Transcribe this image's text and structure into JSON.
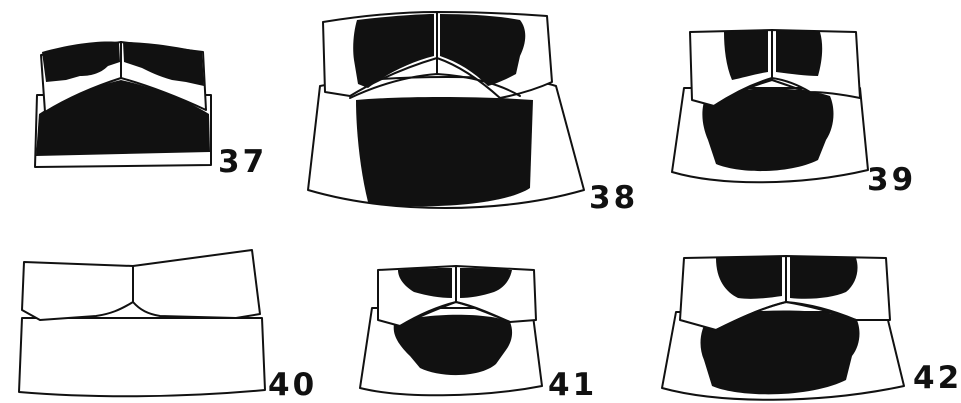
{
  "figures": [
    {
      "number": "37"
    },
    {
      "number": "38"
    },
    {
      "number": "39"
    },
    {
      "number": "40"
    },
    {
      "number": "41"
    },
    {
      "number": "42"
    }
  ]
}
